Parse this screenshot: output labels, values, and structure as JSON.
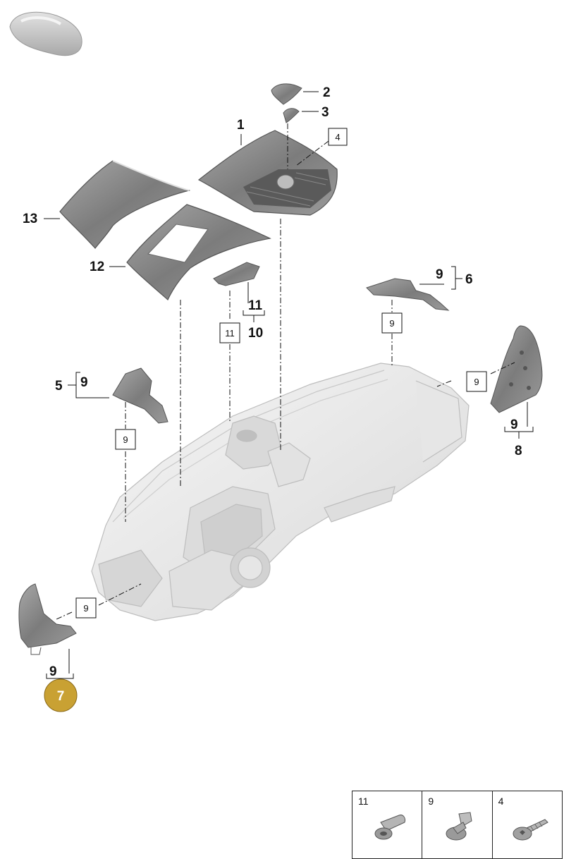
{
  "callouts": {
    "c1": "1",
    "c2": "2",
    "c3": "3",
    "c4": "4",
    "c5": "5",
    "c6": "6",
    "c7": "7",
    "c8": "8",
    "c9": "9",
    "c10": "10",
    "c11": "11",
    "c12": "12",
    "c13": "13"
  },
  "legend": {
    "items": [
      {
        "number": "11",
        "icon": "blind-rivet-icon"
      },
      {
        "number": "9",
        "icon": "expanding-clip-icon"
      },
      {
        "number": "4",
        "icon": "torx-screw-icon"
      }
    ]
  },
  "colors": {
    "highlight_badge": "#c9a133",
    "part_fill": "#8a8a8a",
    "dashboard_fill": "#ececec"
  }
}
